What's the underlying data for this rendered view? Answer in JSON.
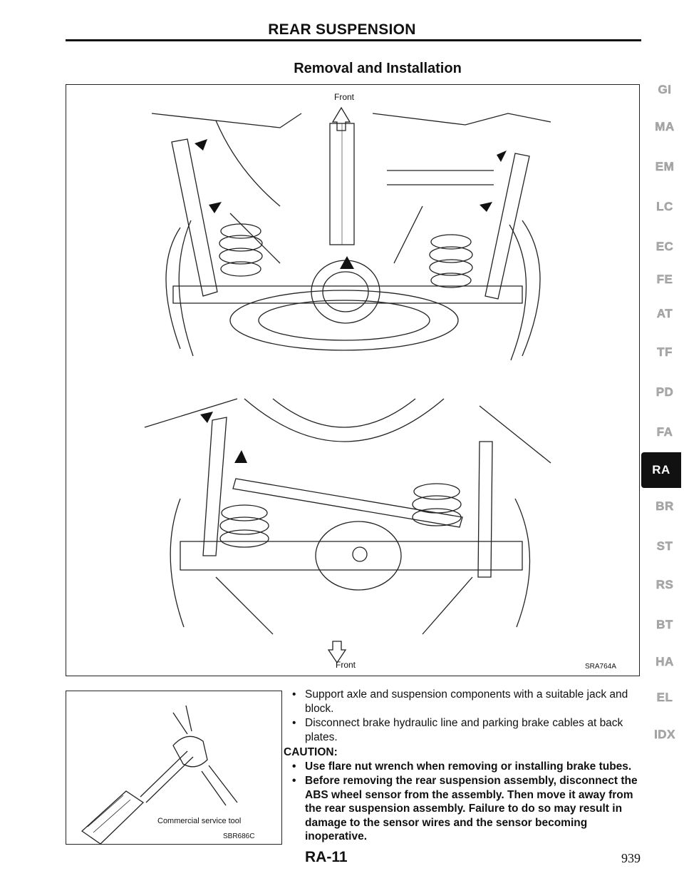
{
  "header": {
    "title": "REAR SUSPENSION"
  },
  "section": {
    "title": "Removal and Installation"
  },
  "figure1": {
    "front_label_top": "Front",
    "front_label_bottom": "Front",
    "code": "SRA764A"
  },
  "figure2": {
    "tool_label": "Commercial service tool",
    "code": "SBR686C"
  },
  "instructions": [
    {
      "bullet": "•",
      "text": "Support axle and suspension components with a suitable jack and block."
    },
    {
      "bullet": "•",
      "text": "Disconnect brake hydraulic line and parking brake cables at back plates."
    }
  ],
  "caution": {
    "label": "CAUTION:",
    "items": [
      {
        "bullet": "•",
        "text": "Use flare nut wrench when removing or installing brake tubes."
      },
      {
        "bullet": "•",
        "text": "Before removing the rear suspension assembly, disconnect the ABS wheel sensor from the assembly. Then move it away from the rear suspension assembly. Failure to do so may result in damage to the sensor wires and the sensor becoming inoperative."
      }
    ]
  },
  "footer": {
    "code": "RA-11",
    "page_number": "939"
  },
  "side_tabs": [
    "GI",
    "MA",
    "EM",
    "LC",
    "EC",
    "FE",
    "AT",
    "TF",
    "PD",
    "FA",
    "RA",
    "BR",
    "ST",
    "RS",
    "BT",
    "HA",
    "EL",
    "IDX"
  ],
  "active_tab": "RA"
}
